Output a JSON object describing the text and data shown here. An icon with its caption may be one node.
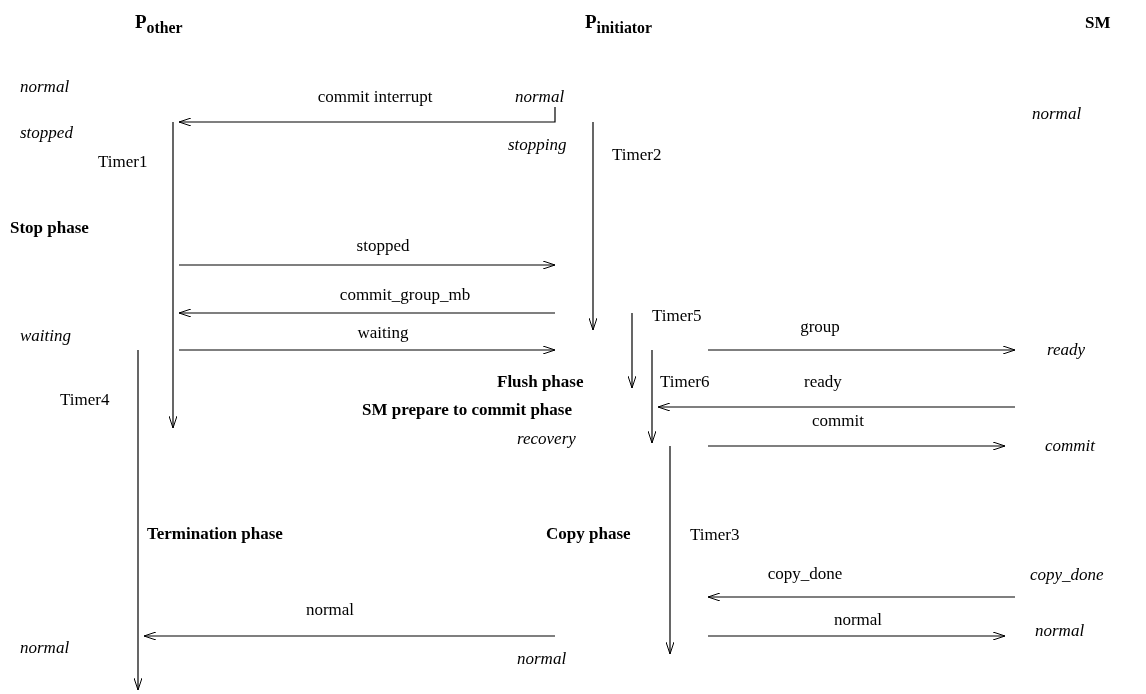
{
  "diagram": {
    "nodes": [
      {
        "text": [
          "normal"
        ]
      },
      {
        "text": [],
        "shape": "bar",
        "beside": [
          "Timer1"
        ]
      },
      {
        "text": [],
        "shape": "bar",
        "beside": [
          "Timer2"
        ]
      },
      {
        "text": [],
        "shape": "bar",
        "beside": [
          "Timer5"
        ]
      },
      {
        "text": [
          "ready"
        ]
      },
      {
        "text": [],
        "shape": "bar",
        "beside": [
          "Timer6"
        ]
      },
      {
        "text": [],
        "shape": "bar",
        "beside": [
          "Timer4"
        ]
      },
      {
        "text": [
          "commit"
        ]
      },
      {
        "text": [],
        "shape": "bar",
        "beside": [
          "Timer3"
        ]
      },
      {
        "text": [
          "copy_done"
        ]
      },
      {
        "text": [
          "normal"
        ]
      }
    ],
    "edges": [
      {
        "from": 0,
        "to": 1,
        "arrow": "to",
        "label": "commit interrupt"
      },
      {
        "from": 1,
        "to": null,
        "arrow": "to",
        "label": "stopped"
      },
      {
        "from": null,
        "to": 1,
        "arrow": "to",
        "label": "commit_group_mb"
      },
      {
        "from": 1,
        "to": null,
        "arrow": "to",
        "label": "waiting"
      },
      {
        "from": null,
        "to": 4,
        "arrow": "to",
        "label": "group"
      },
      {
        "from": null,
        "to": 5,
        "arrow": "to",
        "label": "ready"
      },
      {
        "from": null,
        "to": 7,
        "arrow": "to",
        "label": "commit"
      },
      {
        "from": 9,
        "to": null,
        "arrow": "to",
        "label": "copy_done"
      },
      {
        "from": null,
        "to": 10,
        "arrow": "to",
        "label": "normal"
      },
      {
        "from": null,
        "to": 6,
        "arrow": "to",
        "label": "normal"
      }
    ],
    "labels": [
      "P$_{other}$",
      "P$_{initiator}$",
      "SM",
      "normal",
      "stopped",
      "normal",
      "stopping",
      "Stop phase",
      "waiting",
      "Flush phase",
      "SM prepare to commit phase",
      "recovery",
      "Termination phase",
      "Copy phase",
      "normal",
      "normal"
    ]
  }
}
